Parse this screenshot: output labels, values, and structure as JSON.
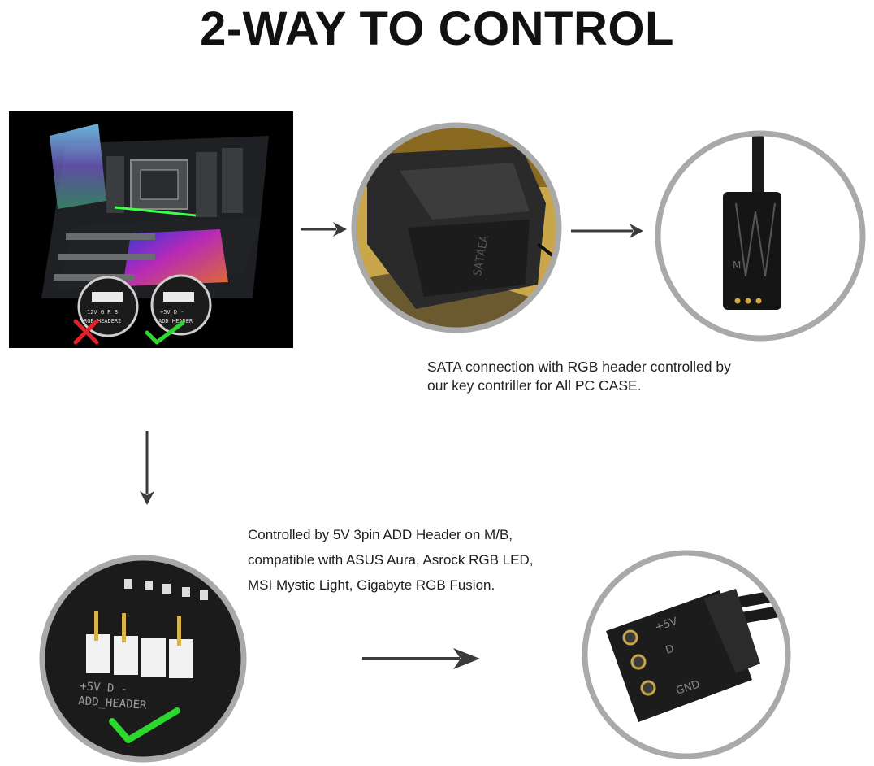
{
  "title": "2-WAY TO CONTROL",
  "sata_caption": {
    "lines": [
      "SATA connection with RGB header controlled by",
      "our key contriller for All PC CASE."
    ]
  },
  "header_caption": {
    "lines": [
      "Controlled by 5V 3pin ADD Header on M/B,",
      "compatible with ASUS Aura, Asrock RGB LED,",
      "MSI Mystic Light, Gigabyte RGB Fusion."
    ]
  },
  "labels": {
    "rgb_header": "RGB_HEADER2",
    "rgb_header_pins": "12V G R B",
    "add_header_small": "ADD_HEADER",
    "add_header_pins_small": "+5V D -",
    "sata_text": "SATAEA",
    "controller_mode": "M",
    "add_header": "ADD_HEADER",
    "add_header_pins": "+5V D -",
    "connector_5v": "+5V",
    "connector_d": "D",
    "connector_gnd": "GND"
  },
  "colors": {
    "circle_border": "#a9a9a9",
    "arrow": "#3a3a3a",
    "check": "#2bd82b",
    "cross": "#e0202a"
  },
  "icons": [
    "right-arrow-icon",
    "down-arrow-icon",
    "checkmark-icon",
    "cross-icon"
  ]
}
